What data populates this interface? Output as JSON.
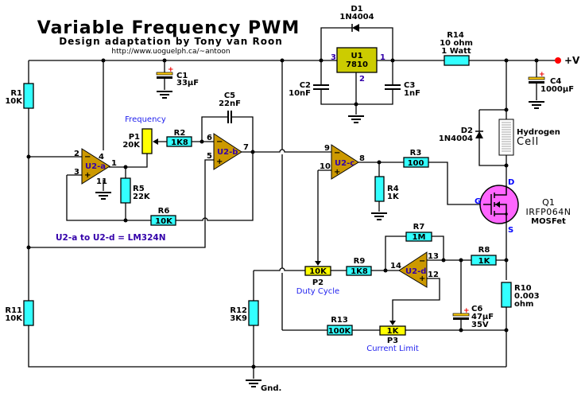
{
  "header": {
    "title": "Variable Frequency PWM",
    "subtitle": "Design adaptation by Tony van Roon",
    "url": "http://www.uoguelph.ca/~antoon"
  },
  "note": "U2-a to U2-d = LM324N",
  "terminals": {
    "supply": "+V",
    "ground": "Gnd."
  },
  "components": {
    "R1": {
      "ref": "R1",
      "value": "10K"
    },
    "R2": {
      "ref": "R2",
      "value": "1K8"
    },
    "R3": {
      "ref": "R3",
      "value": "100"
    },
    "R4": {
      "ref": "R4",
      "value": "1K"
    },
    "R5": {
      "ref": "R5",
      "value": "22K"
    },
    "R6": {
      "ref": "R6",
      "value": "10K"
    },
    "R7": {
      "ref": "R7",
      "value": "1M"
    },
    "R8": {
      "ref": "R8",
      "value": "1K"
    },
    "R9": {
      "ref": "R9",
      "value": "1K8"
    },
    "R10": {
      "ref": "R10",
      "value": "0.003",
      "unit": "ohm"
    },
    "R11": {
      "ref": "R11",
      "value": "10K"
    },
    "R12": {
      "ref": "R12",
      "value": "3K9"
    },
    "R13": {
      "ref": "R13",
      "value": "100K"
    },
    "R14": {
      "ref": "R14",
      "value": "10 ohm",
      "rating": "1 Watt"
    },
    "P1": {
      "ref": "P1",
      "value": "20K",
      "function": "Frequency"
    },
    "P2": {
      "ref": "P2",
      "value": "10K",
      "function": "Duty Cycle"
    },
    "P3": {
      "ref": "P3",
      "value": "1K",
      "function": "Current Limit"
    },
    "C1": {
      "ref": "C1",
      "value": "33µF"
    },
    "C2": {
      "ref": "C2",
      "value": "10nF"
    },
    "C3": {
      "ref": "C3",
      "value": "1nF"
    },
    "C4": {
      "ref": "C4",
      "value": "1000µF"
    },
    "C5": {
      "ref": "C5",
      "value": "22nF"
    },
    "C6": {
      "ref": "C6",
      "value": "47µF",
      "rating": "35V"
    },
    "D1": {
      "ref": "D1",
      "value": "1N4004"
    },
    "D2": {
      "ref": "D2",
      "value": "1N4004"
    },
    "U1": {
      "ref": "U1",
      "value": "7810",
      "pins": [
        "3",
        "1",
        "2"
      ]
    },
    "Q1": {
      "ref": "Q1",
      "value": "IRFP064N",
      "type": "MOSFet",
      "pins": {
        "d": "D",
        "g": "G",
        "s": "S"
      }
    },
    "cell": {
      "line1": "Hydrogen",
      "line2": "Cell"
    },
    "U2a": {
      "ref": "U2-a",
      "pins": [
        "2",
        "3",
        "4",
        "1",
        "11"
      ],
      "minus": "−",
      "plus": "+"
    },
    "U2b": {
      "ref": "U2-b",
      "pins": [
        "6",
        "5",
        "7"
      ],
      "minus": "−",
      "plus": "+"
    },
    "U2c": {
      "ref": "U2-c",
      "pins": [
        "9",
        "10",
        "8"
      ],
      "minus": "−",
      "plus": "+"
    },
    "U2d": {
      "ref": "U2-d",
      "pins": [
        "14",
        "13",
        "12"
      ],
      "minus": "−",
      "plus": "+"
    }
  },
  "colors": {
    "resistor": "#33ffff",
    "pot": "#ffff00",
    "opamp": "#cc9900",
    "regulator": "#cccc00",
    "mosfet": "#ff66ff",
    "supply_dot": "#ff0000"
  }
}
